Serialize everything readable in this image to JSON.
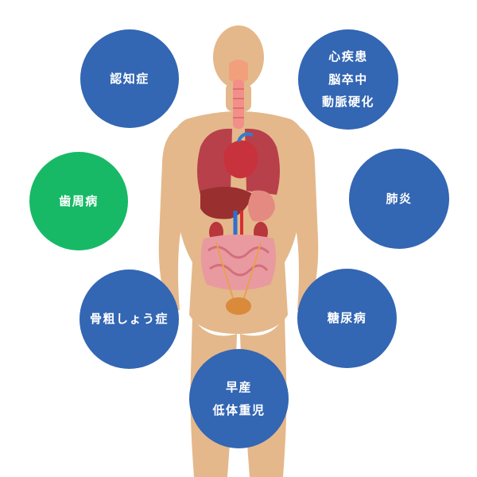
{
  "colors": {
    "bubble_blue": "#3366b3",
    "bubble_green": "#17b966",
    "skin": "#e4b88b"
  },
  "conditions": [
    {
      "id": "dementia",
      "lines": [
        "認知症"
      ]
    },
    {
      "id": "heart",
      "lines": [
        "心疾患",
        "脳卒中",
        "動脈硬化"
      ]
    },
    {
      "id": "periodontal",
      "lines": [
        "歯周病"
      ]
    },
    {
      "id": "pneumonia",
      "lines": [
        "肺炎"
      ]
    },
    {
      "id": "osteo",
      "lines": [
        "骨粗しょう症"
      ]
    },
    {
      "id": "diabetes",
      "lines": [
        "糖尿病"
      ]
    },
    {
      "id": "preterm",
      "lines": [
        "早産",
        "低体重児"
      ]
    }
  ]
}
